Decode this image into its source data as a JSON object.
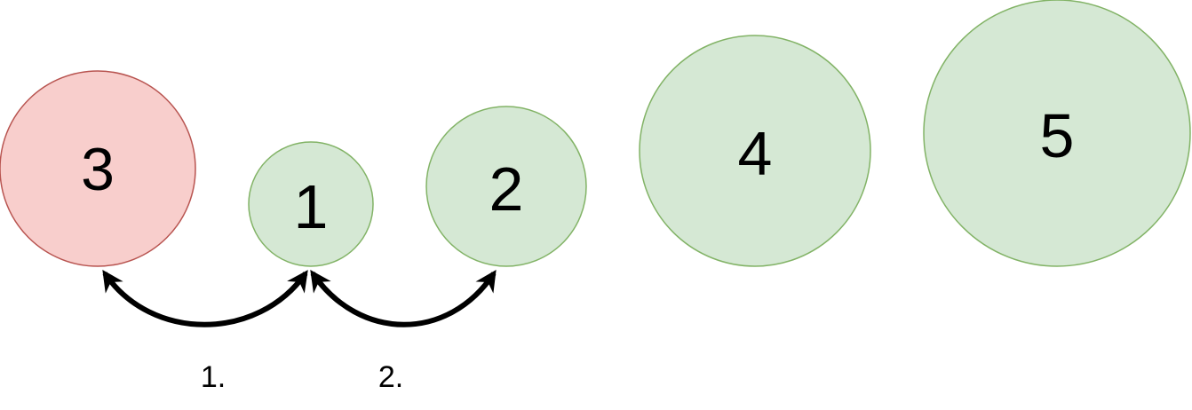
{
  "nodes": [
    {
      "id": "3",
      "label": "3",
      "status": "highlighted",
      "fill": "#f8cecc",
      "stroke": "#b85450"
    },
    {
      "id": "1",
      "label": "1",
      "status": "normal",
      "fill": "#d5e8d4",
      "stroke": "#82b366"
    },
    {
      "id": "2",
      "label": "2",
      "status": "normal",
      "fill": "#d5e8d4",
      "stroke": "#82b366"
    },
    {
      "id": "4",
      "label": "4",
      "status": "normal",
      "fill": "#d5e8d4",
      "stroke": "#82b366"
    },
    {
      "id": "5",
      "label": "5",
      "status": "normal",
      "fill": "#d5e8d4",
      "stroke": "#82b366"
    }
  ],
  "edges": [
    {
      "from": "1",
      "to": "3",
      "direction": "bidirectional",
      "label": "1."
    },
    {
      "from": "1",
      "to": "2",
      "direction": "bidirectional",
      "label": "2."
    }
  ],
  "colors": {
    "edge": "#000000",
    "text": "#000000"
  }
}
